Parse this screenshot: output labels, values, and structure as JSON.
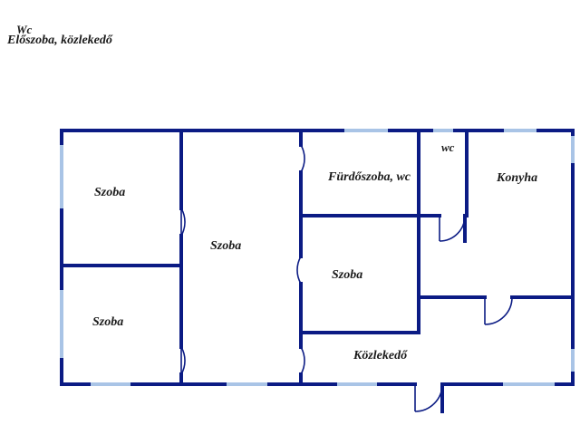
{
  "header": {
    "wc_label": "Wc",
    "title": "Előszoba, közlekedő"
  },
  "rooms": {
    "szoba_top_left": "Szoba",
    "szoba_bottom_left": "Szoba",
    "szoba_middle": "Szoba",
    "szoba_center": "Szoba",
    "furdoszoba": "Fürdőszoba, wc",
    "wc": "wc",
    "konyha": "Konyha",
    "kozlekedo": "Közlekedő"
  },
  "colors": {
    "wall": "#0b1b84",
    "window": "#a9c4e6",
    "label": "#1a1a1a"
  }
}
